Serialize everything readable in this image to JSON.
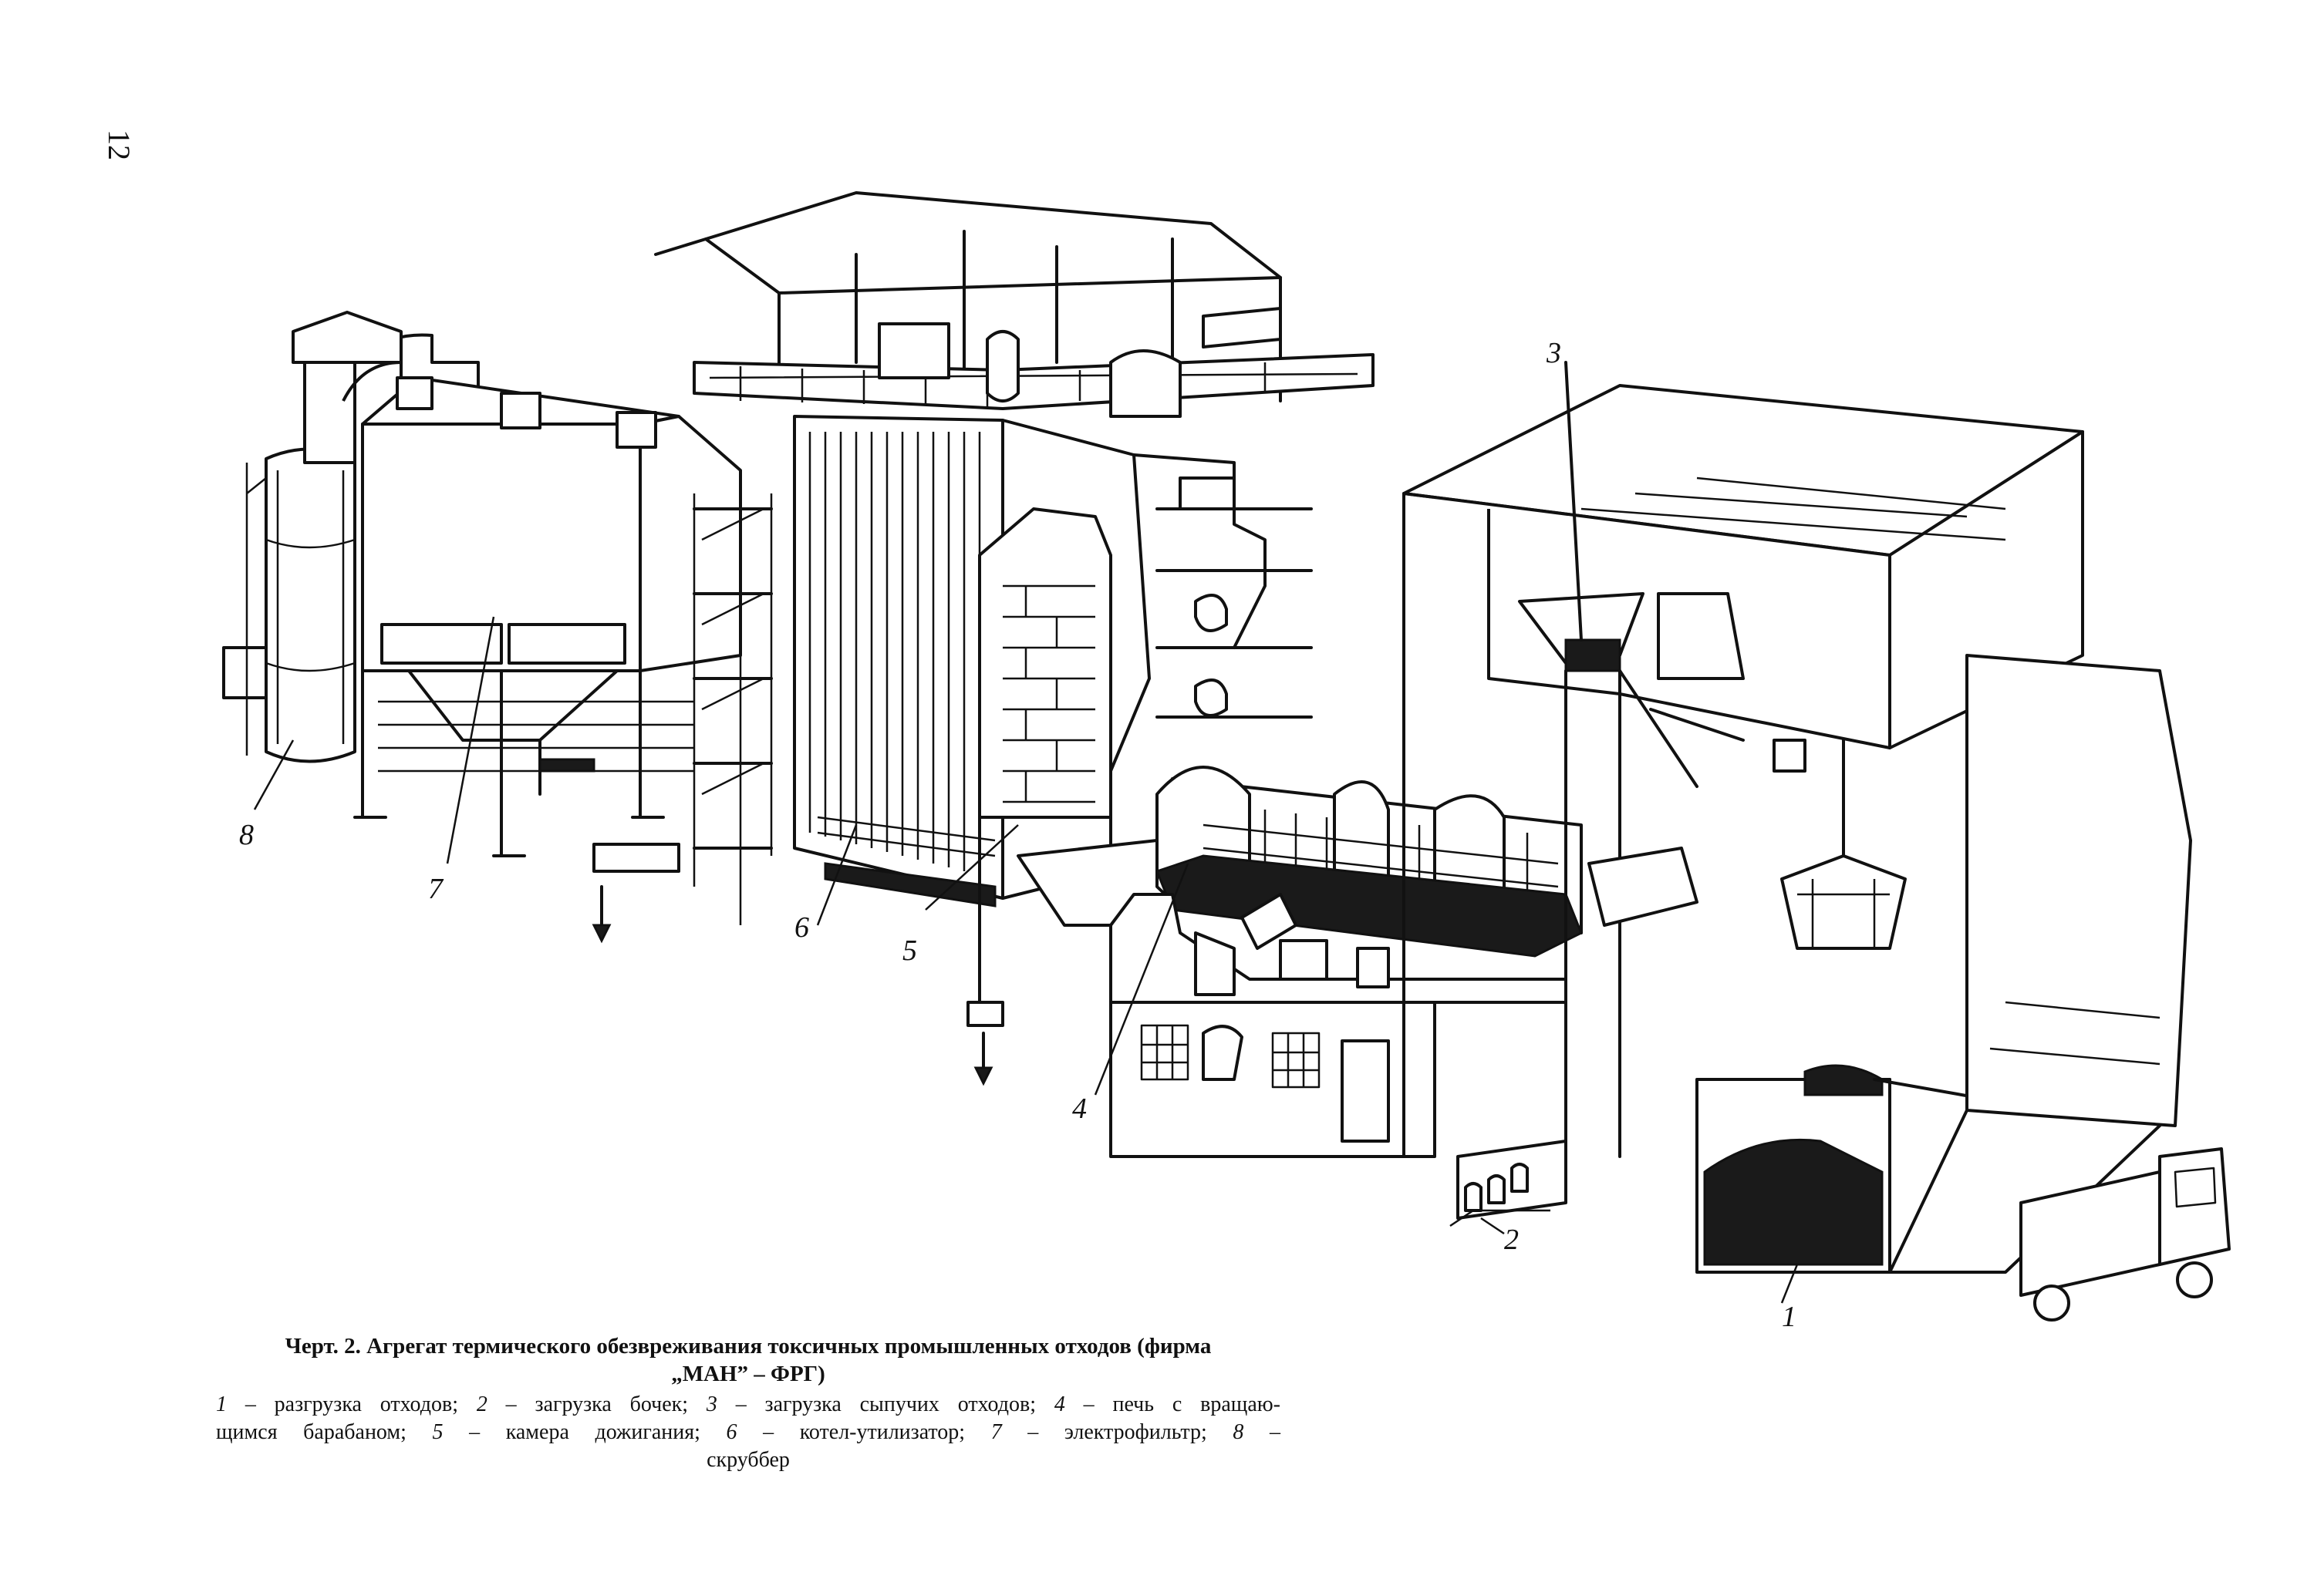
{
  "page_number": "12",
  "callouts": [
    "1",
    "2",
    "3",
    "4",
    "5",
    "6",
    "7",
    "8"
  ],
  "caption": {
    "title_line1": "Черт. 2. Агрегат термического обезвреживания токсичных промышленных отходов (фирма",
    "title_line2": "„МАН” – ФРГ)",
    "legend": [
      {
        "num": "1",
        "text": " – разгрузка отходов; "
      },
      {
        "num": "2",
        "text": " – загрузка бочек; "
      },
      {
        "num": "3",
        "text": " – загрузка сыпучих отходов; "
      },
      {
        "num": "4",
        "text": " – печь с вращаю-"
      },
      {
        "text": "щимся барабаном; "
      },
      {
        "num": "5",
        "text": " – камера дожигания; "
      },
      {
        "num": "6",
        "text": " – котел-утилизатор; "
      },
      {
        "num": "7",
        "text": " – электрофильтр; "
      },
      {
        "num": "8",
        "text": " –"
      },
      {
        "text": "скруббер"
      }
    ]
  }
}
